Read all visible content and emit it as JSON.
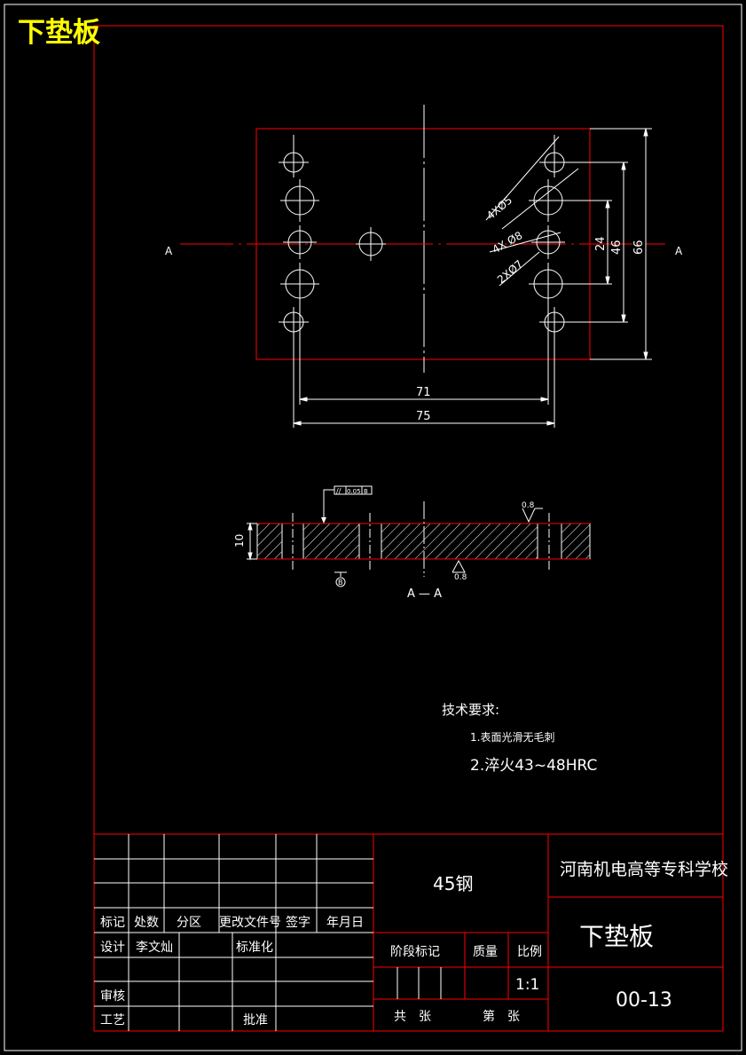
{
  "sheet_title": "下垫板",
  "section_label": "A",
  "section_title": "A — A",
  "dimensions": {
    "d71": "71",
    "d75": "75",
    "d24": "24",
    "d46": "46",
    "d66": "66",
    "d10": "10",
    "hole_4x5": "4XØ5",
    "hole_4x8": "4X Ø8",
    "hole_2x7": "2XØ7"
  },
  "tolerance": {
    "symbol": "//",
    "value": "0.05",
    "datum": "B"
  },
  "roughness": {
    "top": "0.8",
    "bottom": "0.8"
  },
  "datum_marker": "B",
  "tech_requirements": {
    "heading": "技术要求:",
    "items": [
      "1.表面光滑无毛刺",
      "2.淬火43~48HRC"
    ]
  },
  "title_block": {
    "material": "45钢",
    "school": "河南机电高等专科学校",
    "part_name": "下垫板",
    "drawing_no": "00-13",
    "headers": [
      "标记",
      "处数",
      "分区",
      "更改文件号",
      "签字",
      "年月日"
    ],
    "design_label": "设计",
    "designer": "李文灿",
    "standardize_label": "标准化",
    "review_label": "审核",
    "process_label": "工艺",
    "approve_label": "批准",
    "stage_label": "阶段标记",
    "mass_label": "质量",
    "scale_label": "比例",
    "scale_value": "1:1",
    "total_label": "共　张",
    "sheet_label": "第　张"
  },
  "colors": {
    "background": "#000000",
    "outline": "#ff0000",
    "lines": "#ffffff",
    "title_text": "#ffff00"
  }
}
